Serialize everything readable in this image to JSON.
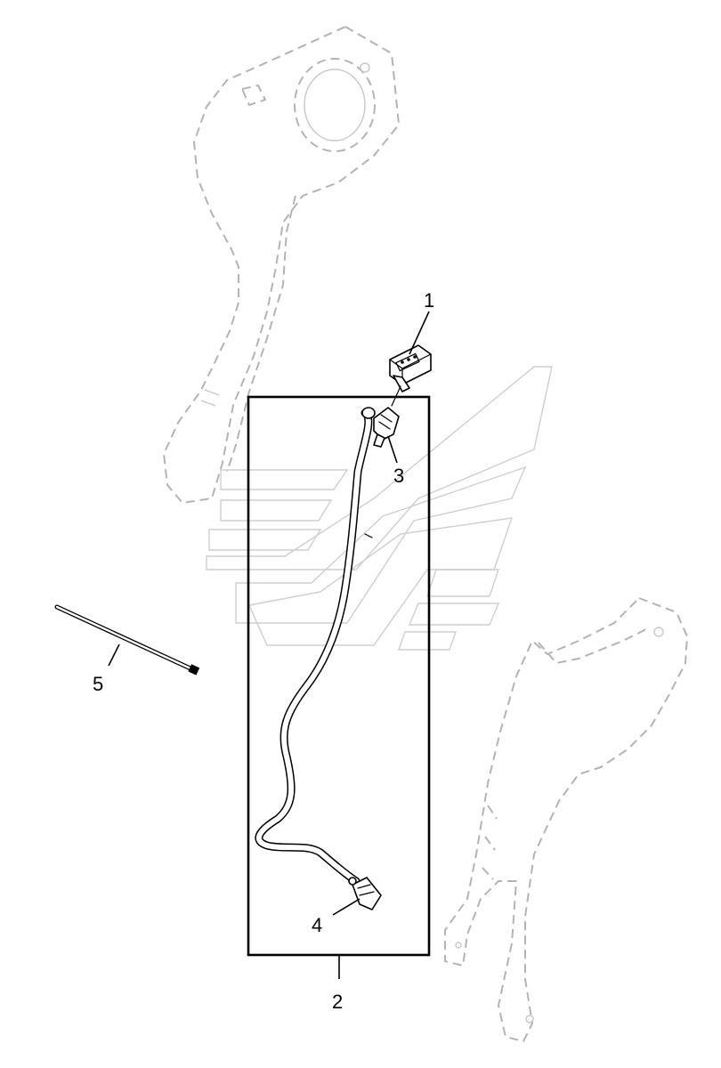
{
  "callouts": [
    {
      "id": "1",
      "label": "1"
    },
    {
      "id": "2",
      "label": "2"
    },
    {
      "id": "3",
      "label": "3"
    },
    {
      "id": "4",
      "label": "4"
    },
    {
      "id": "5",
      "label": "5"
    }
  ],
  "colors": {
    "line": "#000000",
    "ghost": "#b4b4b4",
    "watermark": "#cfcfcf",
    "background": "#ffffff"
  }
}
